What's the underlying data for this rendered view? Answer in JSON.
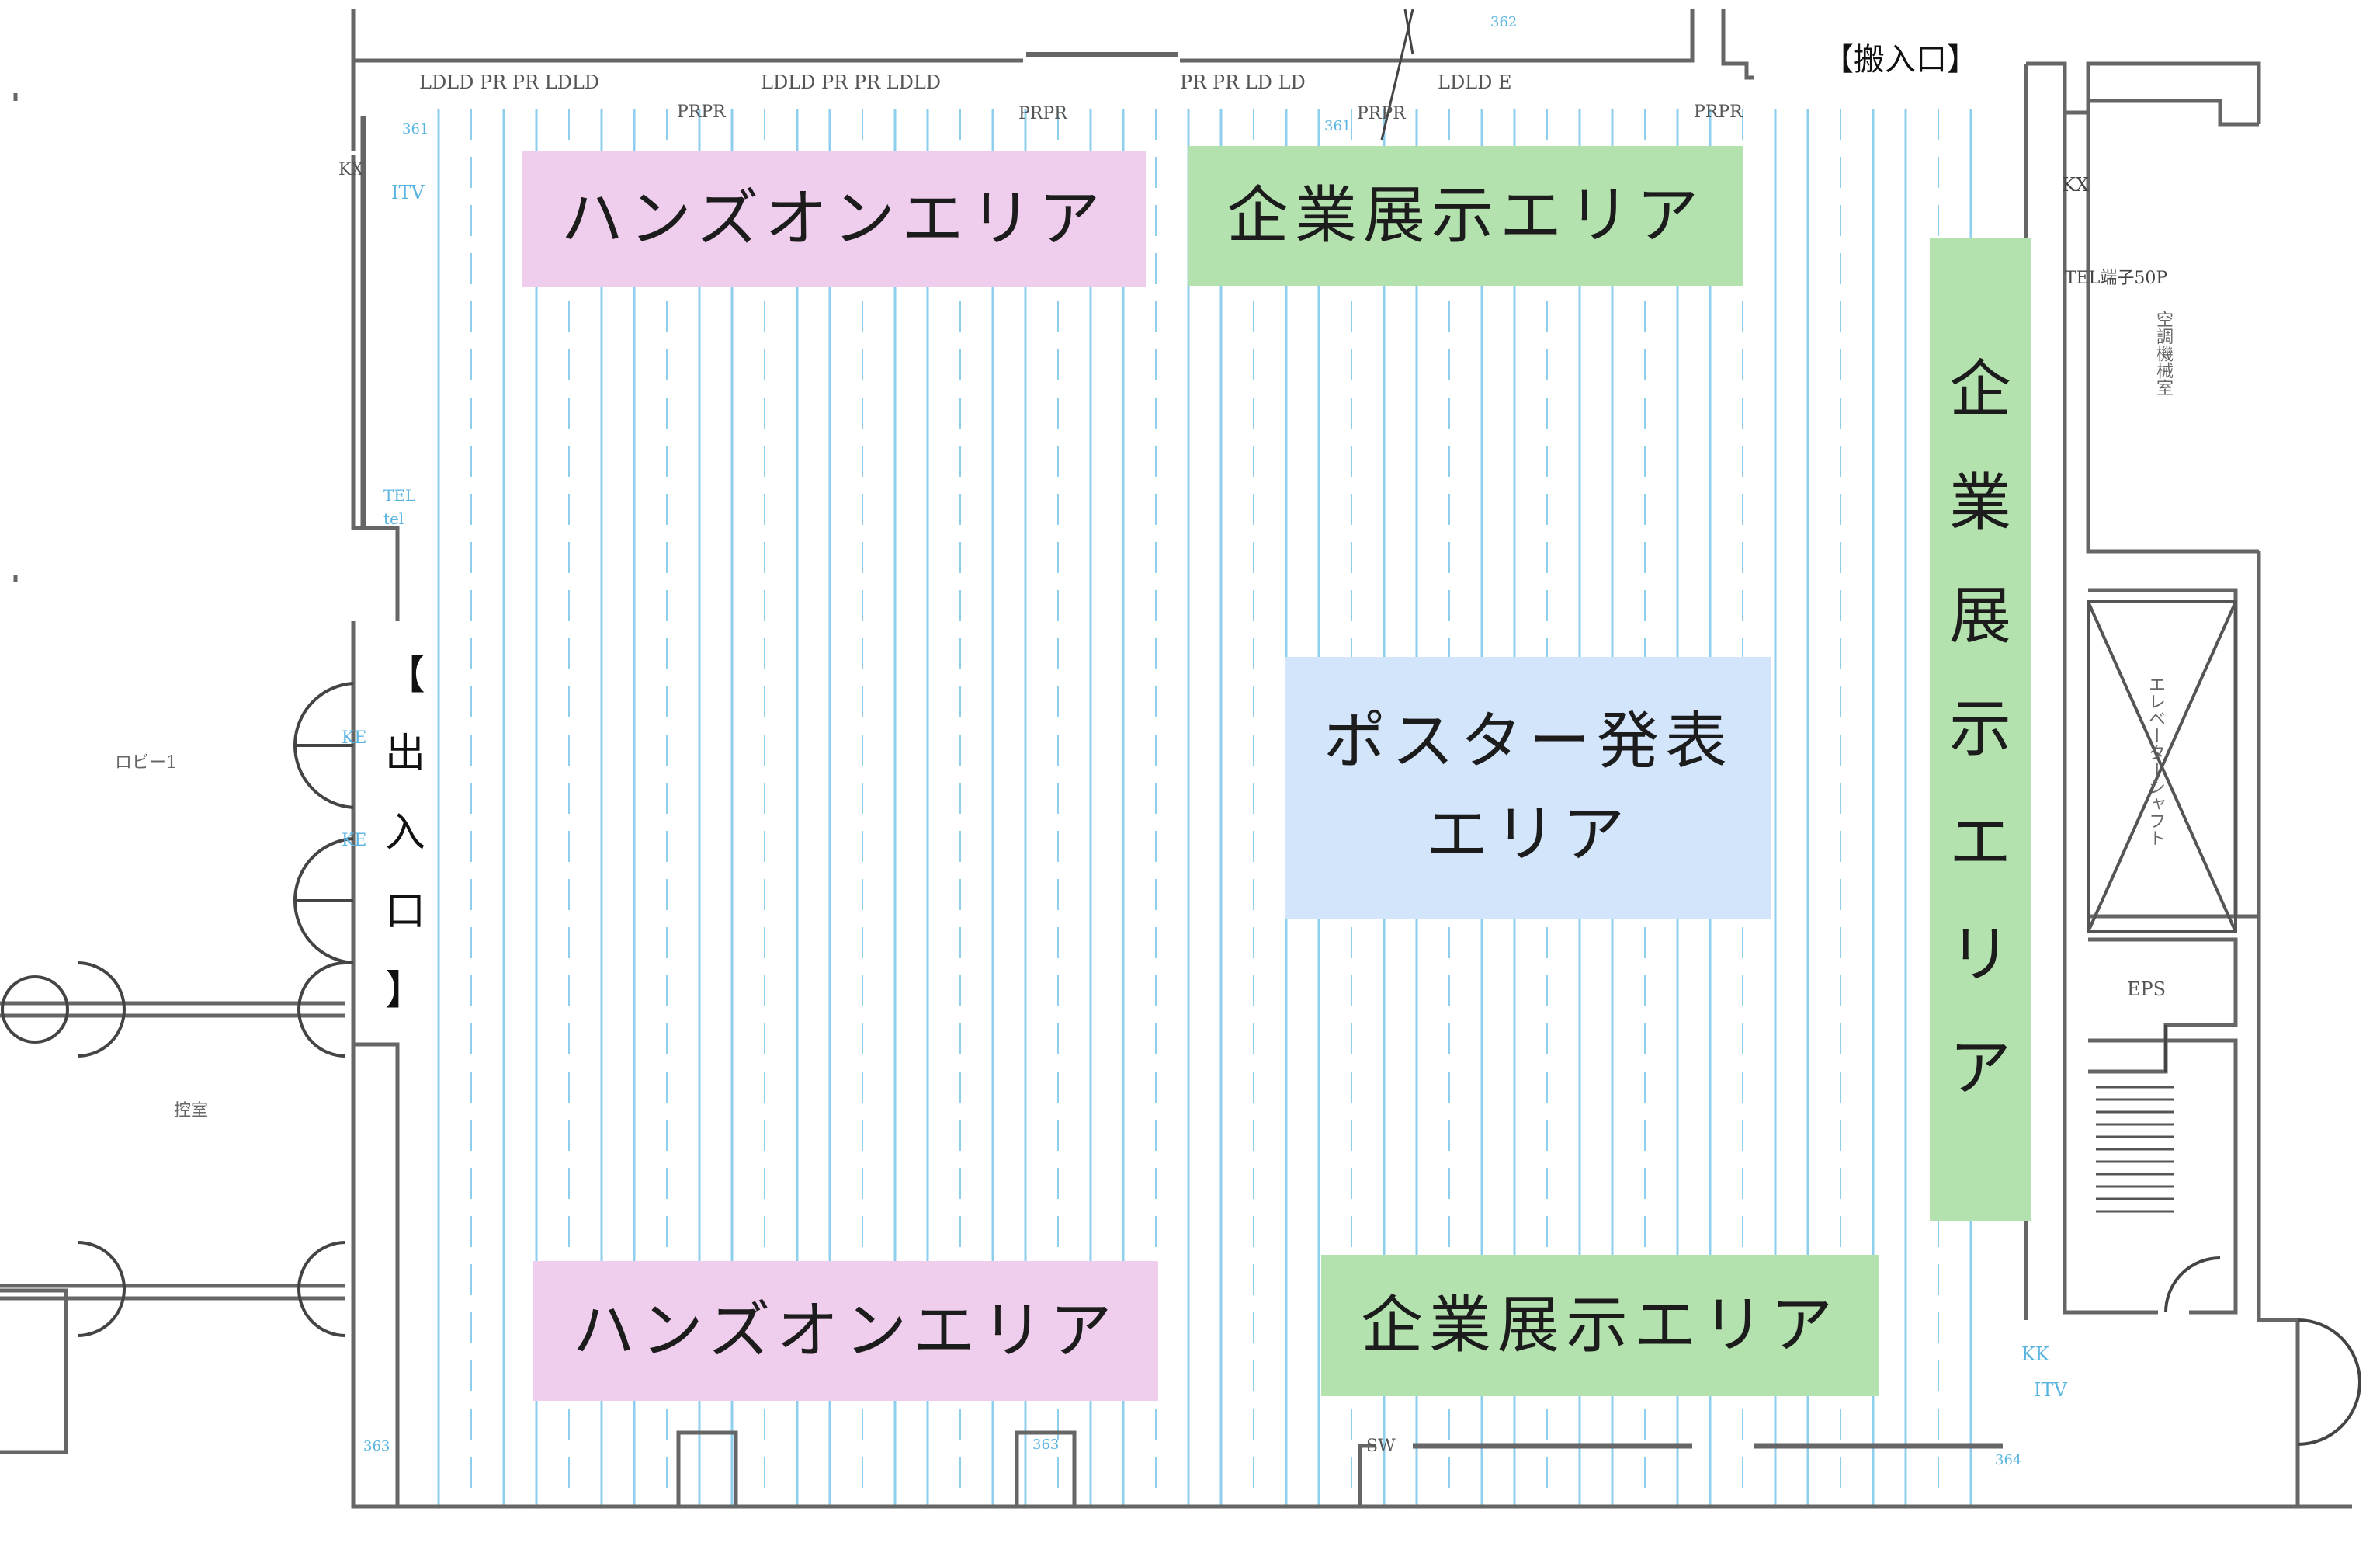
{
  "zones": {
    "hands_on_top": "ハンズオンエリア",
    "hands_on_bottom": "ハンズオンエリア",
    "corporate_top": "企業展示エリア",
    "corporate_right": "企業展示エリア",
    "corporate_bottom": "企業展示エリア",
    "poster_line1": "ポスター発表",
    "poster_line2": "エリア"
  },
  "entrances": {
    "main": "【出入口】",
    "loading": "【搬入口】"
  },
  "plan_tags": {
    "kx_left": "KX",
    "itv_left": "ITV",
    "kx_right": "KX",
    "tel_right": "TEL端子50P",
    "air_room": "空調機械室",
    "elevator_shaft": "エレベーターシャフト",
    "eps": "EPS",
    "lobby": "ロビー1",
    "reception_room": "控室",
    "kk_right": "KK",
    "itv_right": "ITV",
    "sw": "SW",
    "ke_1": "KE",
    "ke_2": "KE",
    "tel_left": "TEL",
    "tel_left_2": "tel",
    "num_361_a": "361",
    "num_361_b": "361",
    "num_362": "362",
    "num_363_a": "363",
    "num_363_b": "363",
    "num_364": "364",
    "top_labels_1": "LDLD PR PR LDLD",
    "top_labels_2": "LDLD PR PR LDLD",
    "top_labels_3": "PR PR LD LD",
    "top_labels_4": "LDLD E",
    "prpr_1": "PRPR",
    "prpr_2": "PRPR",
    "prpr_3": "PRPR",
    "prpr_4": "PRPR"
  },
  "colors": {
    "hands_on": "#efcdec",
    "corporate": "#b4e2ae",
    "poster": "#d2e5fb",
    "grid_line": "#8fcfee",
    "walls": "#666666"
  }
}
